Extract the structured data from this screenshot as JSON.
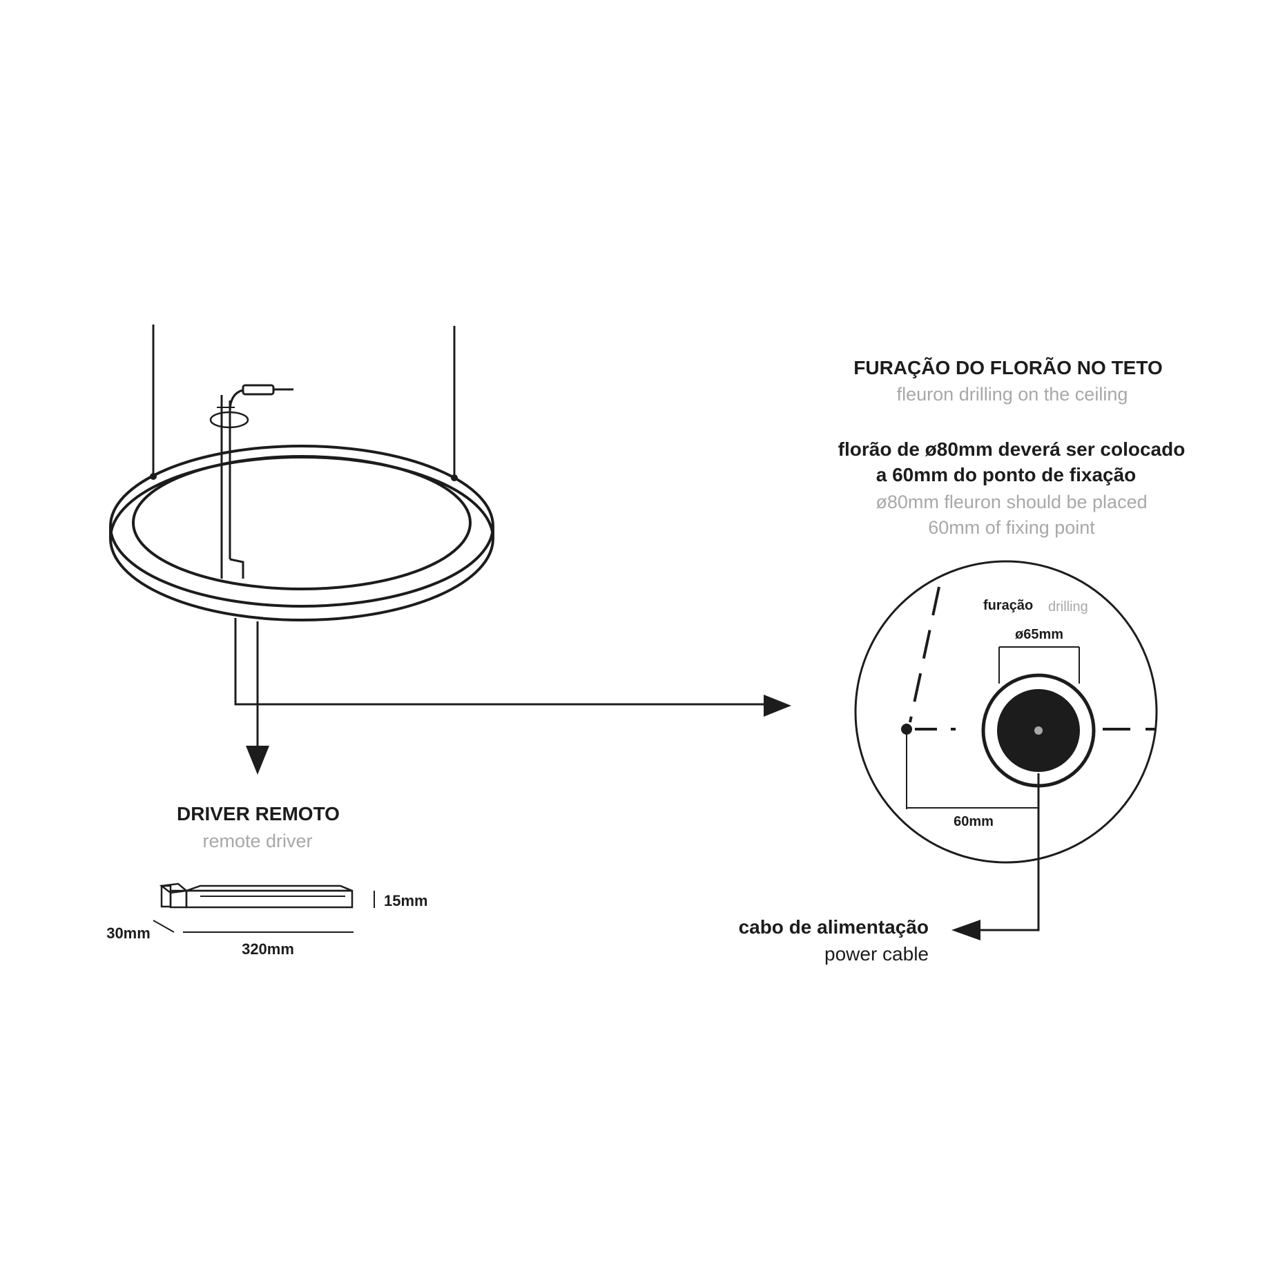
{
  "colors": {
    "ink": "#1c1c1c",
    "muted": "#a8a8a8",
    "background": "#ffffff"
  },
  "fleuron": {
    "title_pt": "FURAÇÃO DO FLORÃO NO TETO",
    "title_en": "fleuron drilling on the ceiling",
    "note_pt_line1": "florão de ø80mm deverá ser colocado",
    "note_pt_line2": "a 60mm do ponto de fixação",
    "note_en_line1": "ø80mm fleuron should be placed",
    "note_en_line2": "60mm of fixing point"
  },
  "detail": {
    "drilling_pt": "furação",
    "drilling_en": "drilling",
    "hole_diameter": "ø65mm",
    "offset": "60mm"
  },
  "power_cable": {
    "label_pt": "cabo de alimentação",
    "label_en": "power cable"
  },
  "driver": {
    "title_pt": "DRIVER REMOTO",
    "title_en": "remote driver",
    "height": "15mm",
    "width": "30mm",
    "length": "320mm"
  }
}
